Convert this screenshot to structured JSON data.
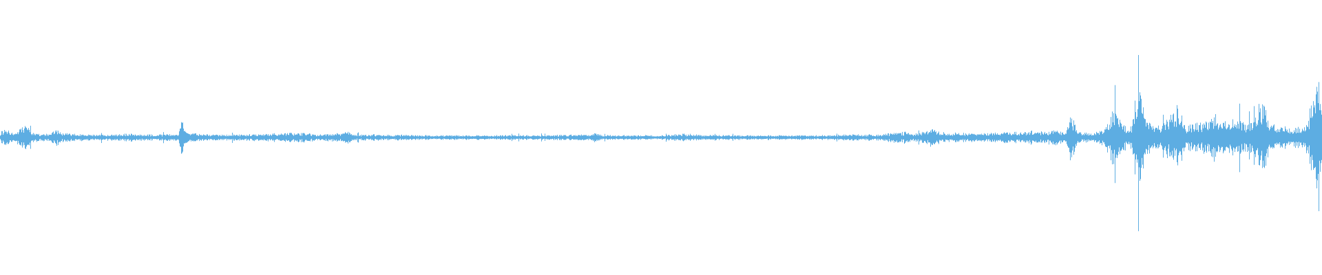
{
  "waveform": {
    "color": "#5DADE2",
    "background": "#FFFFFF",
    "duration_fraction_total": 1.0,
    "envelope": [
      [
        0.0,
        0.06
      ],
      [
        0.004,
        0.16
      ],
      [
        0.008,
        0.07
      ],
      [
        0.012,
        0.06
      ],
      [
        0.016,
        0.14
      ],
      [
        0.019,
        0.22
      ],
      [
        0.022,
        0.09
      ],
      [
        0.026,
        0.07
      ],
      [
        0.03,
        0.05
      ],
      [
        0.038,
        0.05
      ],
      [
        0.042,
        0.12
      ],
      [
        0.046,
        0.06
      ],
      [
        0.055,
        0.05
      ],
      [
        0.065,
        0.04
      ],
      [
        0.08,
        0.04
      ],
      [
        0.098,
        0.06
      ],
      [
        0.105,
        0.04
      ],
      [
        0.12,
        0.04
      ],
      [
        0.135,
        0.05
      ],
      [
        0.137,
        0.26
      ],
      [
        0.14,
        0.1
      ],
      [
        0.145,
        0.06
      ],
      [
        0.16,
        0.04
      ],
      [
        0.18,
        0.04
      ],
      [
        0.2,
        0.05
      ],
      [
        0.23,
        0.07
      ],
      [
        0.24,
        0.04
      ],
      [
        0.26,
        0.06
      ],
      [
        0.262,
        0.1
      ],
      [
        0.266,
        0.04
      ],
      [
        0.29,
        0.04
      ],
      [
        0.32,
        0.03
      ],
      [
        0.36,
        0.03
      ],
      [
        0.4,
        0.03
      ],
      [
        0.448,
        0.04
      ],
      [
        0.45,
        0.07
      ],
      [
        0.455,
        0.03
      ],
      [
        0.5,
        0.03
      ],
      [
        0.515,
        0.05
      ],
      [
        0.54,
        0.03
      ],
      [
        0.58,
        0.03
      ],
      [
        0.62,
        0.03
      ],
      [
        0.64,
        0.04
      ],
      [
        0.665,
        0.04
      ],
      [
        0.684,
        0.08
      ],
      [
        0.69,
        0.05
      ],
      [
        0.7,
        0.08
      ],
      [
        0.705,
        0.12
      ],
      [
        0.71,
        0.08
      ],
      [
        0.72,
        0.06
      ],
      [
        0.74,
        0.06
      ],
      [
        0.76,
        0.07
      ],
      [
        0.775,
        0.09
      ],
      [
        0.79,
        0.08
      ],
      [
        0.8,
        0.12
      ],
      [
        0.806,
        0.05
      ],
      [
        0.81,
        0.38
      ],
      [
        0.815,
        0.08
      ],
      [
        0.825,
        0.06
      ],
      [
        0.835,
        0.1
      ],
      [
        0.843,
        0.44
      ],
      [
        0.848,
        0.18
      ],
      [
        0.855,
        0.14
      ],
      [
        0.862,
        0.82
      ],
      [
        0.866,
        0.3
      ],
      [
        0.87,
        0.2
      ],
      [
        0.878,
        0.16
      ],
      [
        0.884,
        0.28
      ],
      [
        0.892,
        0.44
      ],
      [
        0.897,
        0.16
      ],
      [
        0.905,
        0.18
      ],
      [
        0.912,
        0.22
      ],
      [
        0.918,
        0.3
      ],
      [
        0.925,
        0.24
      ],
      [
        0.93,
        0.18
      ],
      [
        0.937,
        0.28
      ],
      [
        0.942,
        0.2
      ],
      [
        0.948,
        0.22
      ],
      [
        0.955,
        0.56
      ],
      [
        0.96,
        0.2
      ],
      [
        0.966,
        0.16
      ],
      [
        0.972,
        0.14
      ],
      [
        0.978,
        0.16
      ],
      [
        0.984,
        0.12
      ],
      [
        0.99,
        0.24
      ],
      [
        0.994,
        0.9
      ],
      [
        0.997,
        0.96
      ],
      [
        1.0,
        0.8
      ]
    ]
  }
}
